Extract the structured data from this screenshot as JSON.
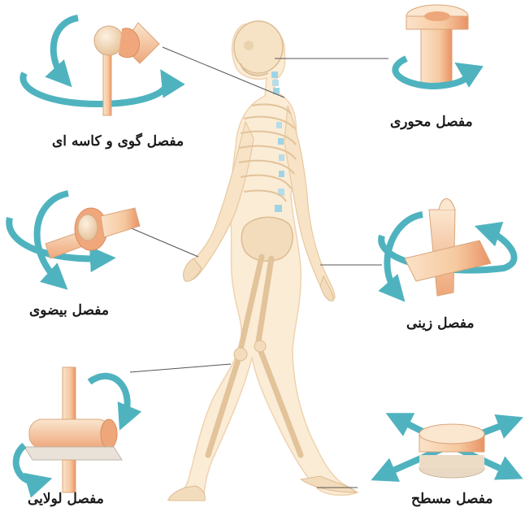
{
  "labels": {
    "ball_socket": "مفصل گوی و کاسه ای",
    "pivot": "مفصل محوری",
    "ellipsoid": "مفصل بیضوی",
    "saddle": "مفصل زینی",
    "hinge": "مفصل لولایی",
    "plane": "مفصل مسطح"
  },
  "colors": {
    "bone": "#f6e3c6",
    "bone_outline": "#e2c39a",
    "skin": "#fbecd6",
    "joint": "#f0a77c",
    "arrow": "#4fb3bf",
    "leader_line": "#555555",
    "spine": "#9fd3e6"
  }
}
